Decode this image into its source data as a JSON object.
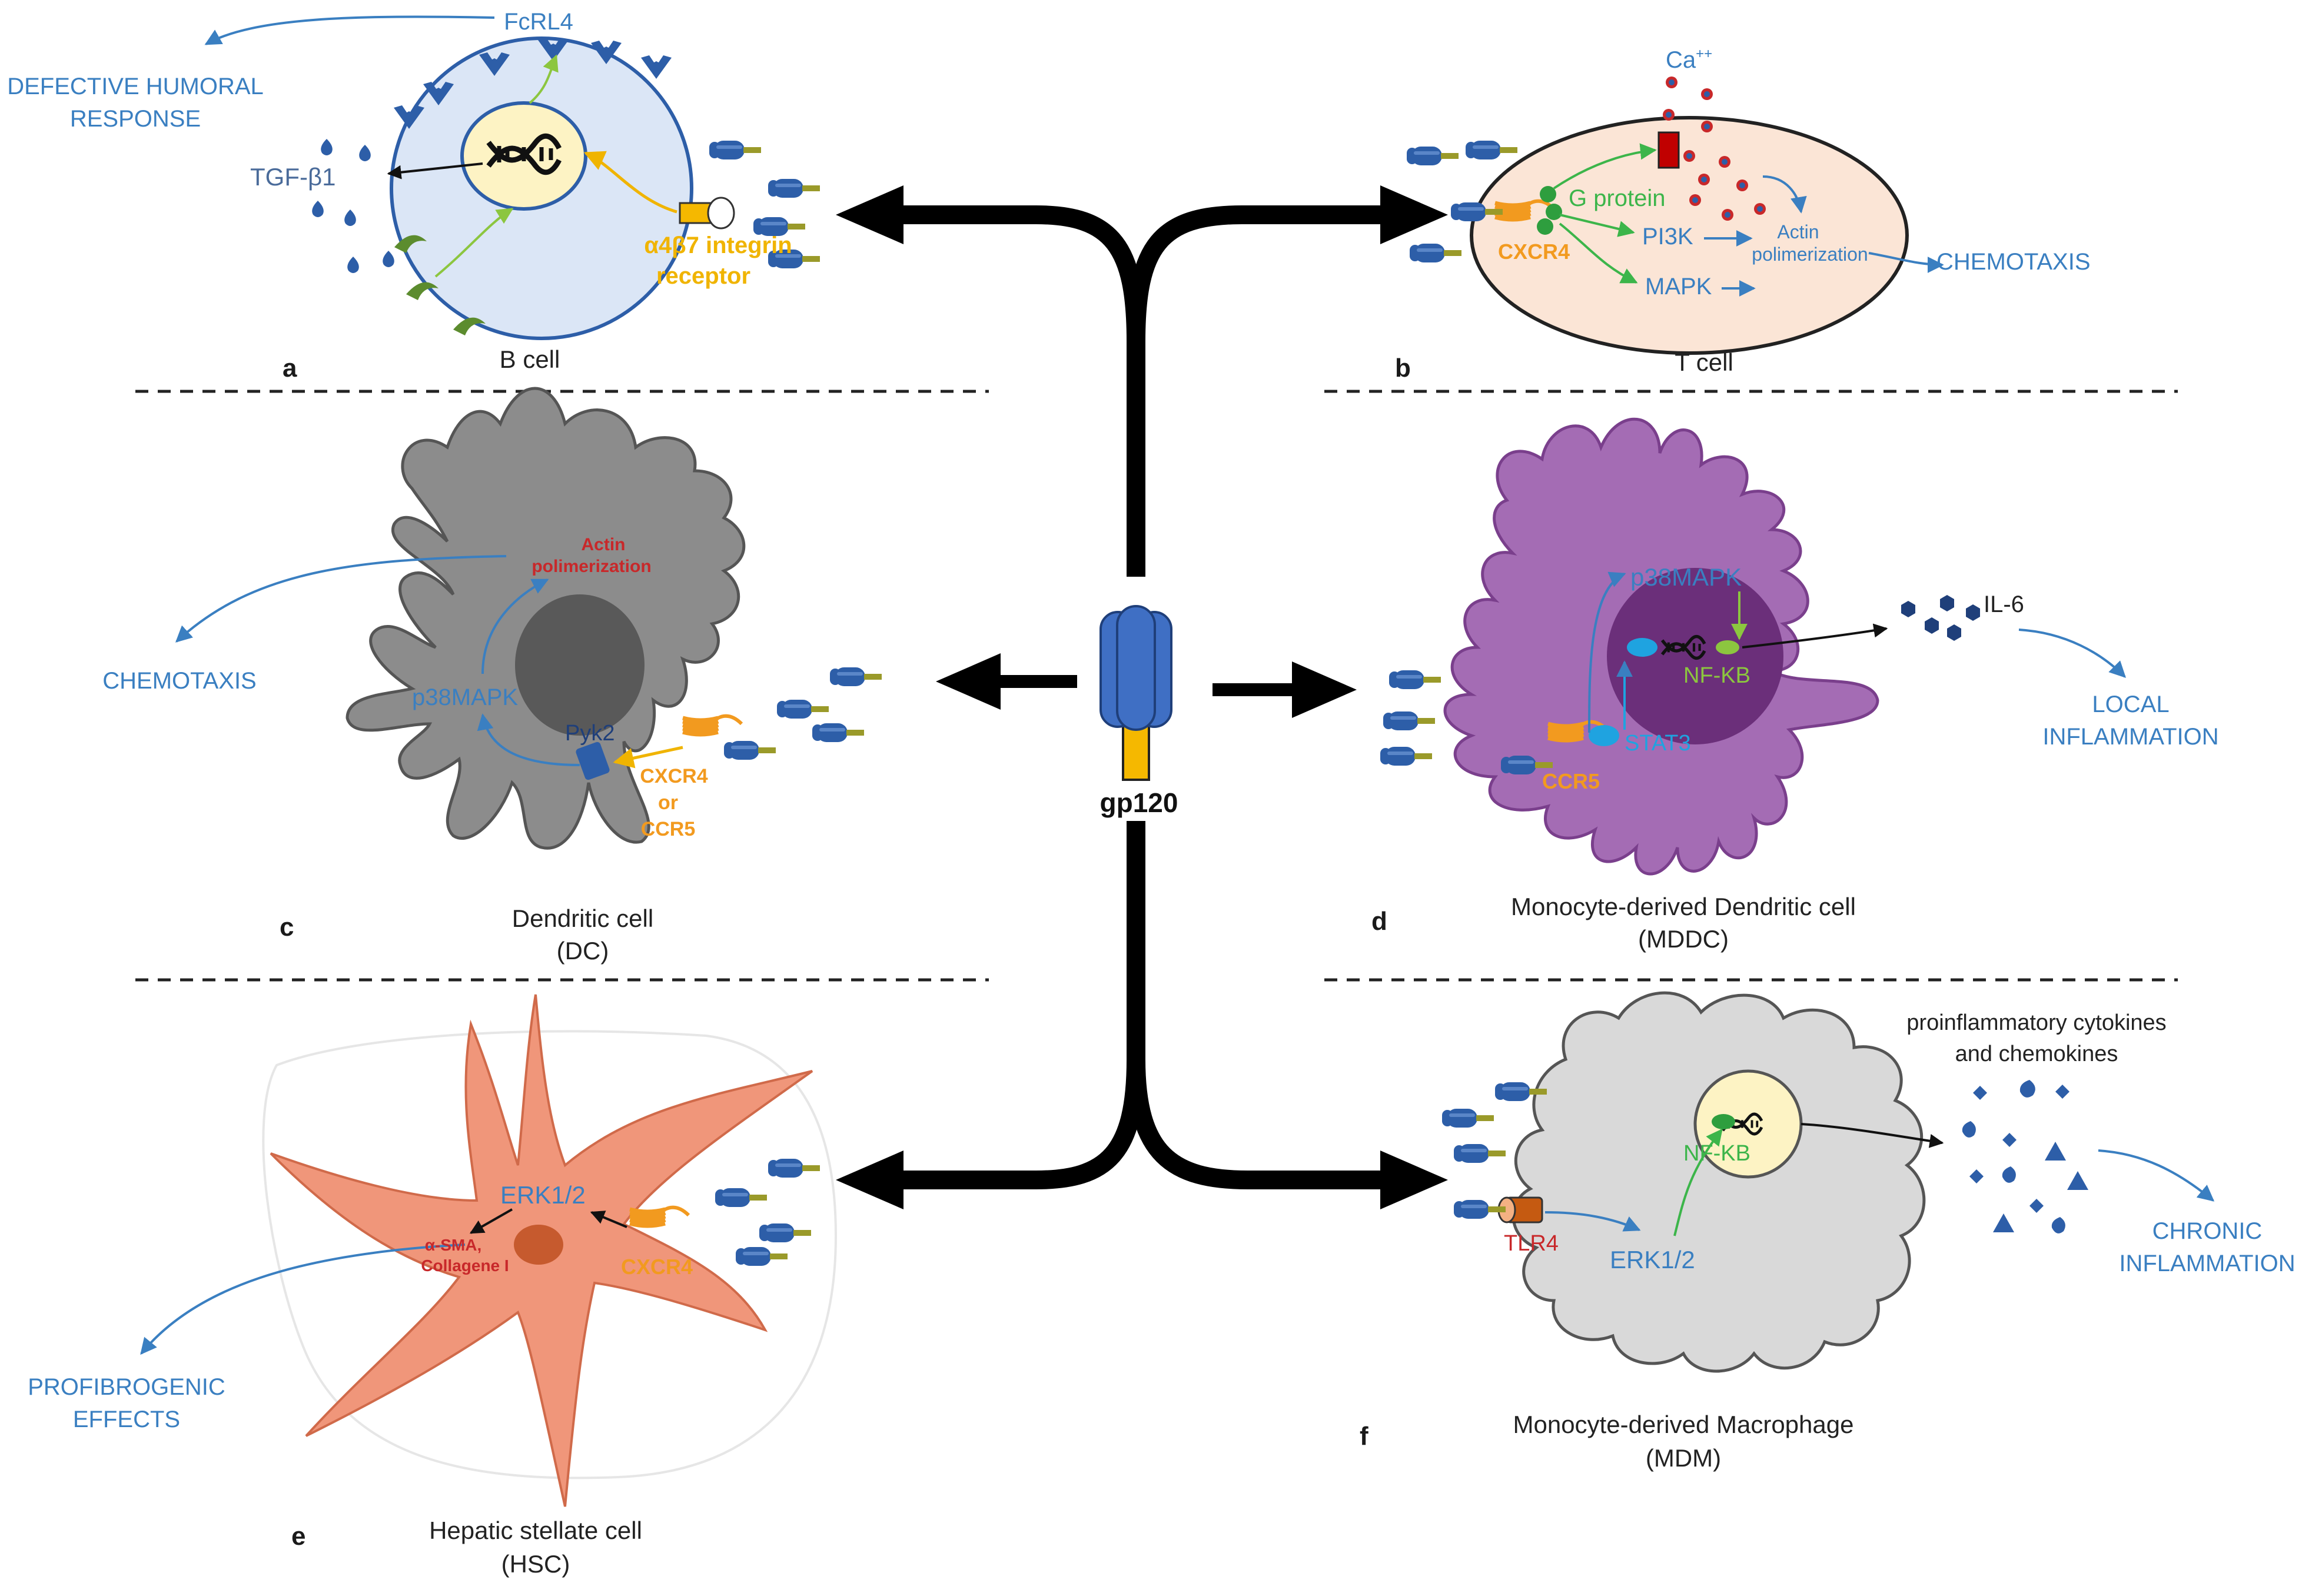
{
  "title": "",
  "colors": {
    "accent_blue": "#3a7fc1",
    "receptor_blue": "#2d5ea8",
    "bcell_fill": "#dbe6f6",
    "tcell_fill": "#fbe5d6",
    "dc_fill": "#8c8c8c",
    "mddc_fill": "#a46cb4",
    "hsc_fill": "#f0967a",
    "mdm_fill": "#d9d9d9",
    "receptor_orange": "#f29a1f",
    "signal_green": "#3cb54a",
    "label_red": "#c8282a",
    "gp120_yellow": "#f5b800"
  },
  "center": {
    "gp120": "gp120"
  },
  "panels": {
    "a": {
      "letter": "a",
      "cell": "B cell",
      "fcrl4": "FcRL4",
      "outcome_line1": "DEFECTIVE HUMORAL",
      "outcome_line2": "RESPONSE",
      "tgf": "TGF-β1",
      "integrin_line1": "α4β7 integrin",
      "integrin_line2": "receptor"
    },
    "b": {
      "letter": "b",
      "cell": "T cell",
      "ca": "Ca",
      "ca_sup": "++",
      "gprotein": "G protein",
      "pi3k": "PI3K",
      "mapk": "MAPK",
      "cxcr4": "CXCR4",
      "actin_line1": "Actin",
      "actin_line2": "polimerization",
      "outcome": "CHEMOTAXIS"
    },
    "c": {
      "letter": "c",
      "cell_line1": "Dendritic cell",
      "cell_line2": "(DC)",
      "actin_line1": "Actin",
      "actin_line2": "polimerization",
      "p38": "p38MAPK",
      "pyk2": "Pyk2",
      "receptor_line1": "CXCR4",
      "receptor_line2": "or",
      "receptor_line3": "CCR5",
      "outcome": "CHEMOTAXIS"
    },
    "d": {
      "letter": "d",
      "cell_line1": "Monocyte-derived Dendritic cell",
      "cell_line2": "(MDDC)",
      "p38": "p38MAPK",
      "nfkb": "NF-KB",
      "stat3": "STAT3",
      "ccr5": "CCR5",
      "il6": "IL-6",
      "outcome_line1": "LOCAL",
      "outcome_line2": "INFLAMMATION"
    },
    "e": {
      "letter": "e",
      "cell_line1": "Hepatic stellate  cell",
      "cell_line2": "(HSC)",
      "erk": "ERK1/2",
      "sma_line1": "α-SMA,",
      "sma_line2": "Collagene I",
      "cxcr4": "CXCR4",
      "outcome_line1": "PROFIBROGENIC",
      "outcome_line2": "EFFECTS"
    },
    "f": {
      "letter": "f",
      "cell_line1": "Monocyte-derived Macrophage",
      "cell_line2": "(MDM)",
      "nfkb": "NF-KB",
      "tlr4": "TLR4",
      "erk": "ERK1/2",
      "cytokines_line1": "proinflammatory cytokines",
      "cytokines_line2": "and chemokines",
      "outcome_line1": "CHRONIC",
      "outcome_line2": "INFLAMMATION"
    }
  }
}
